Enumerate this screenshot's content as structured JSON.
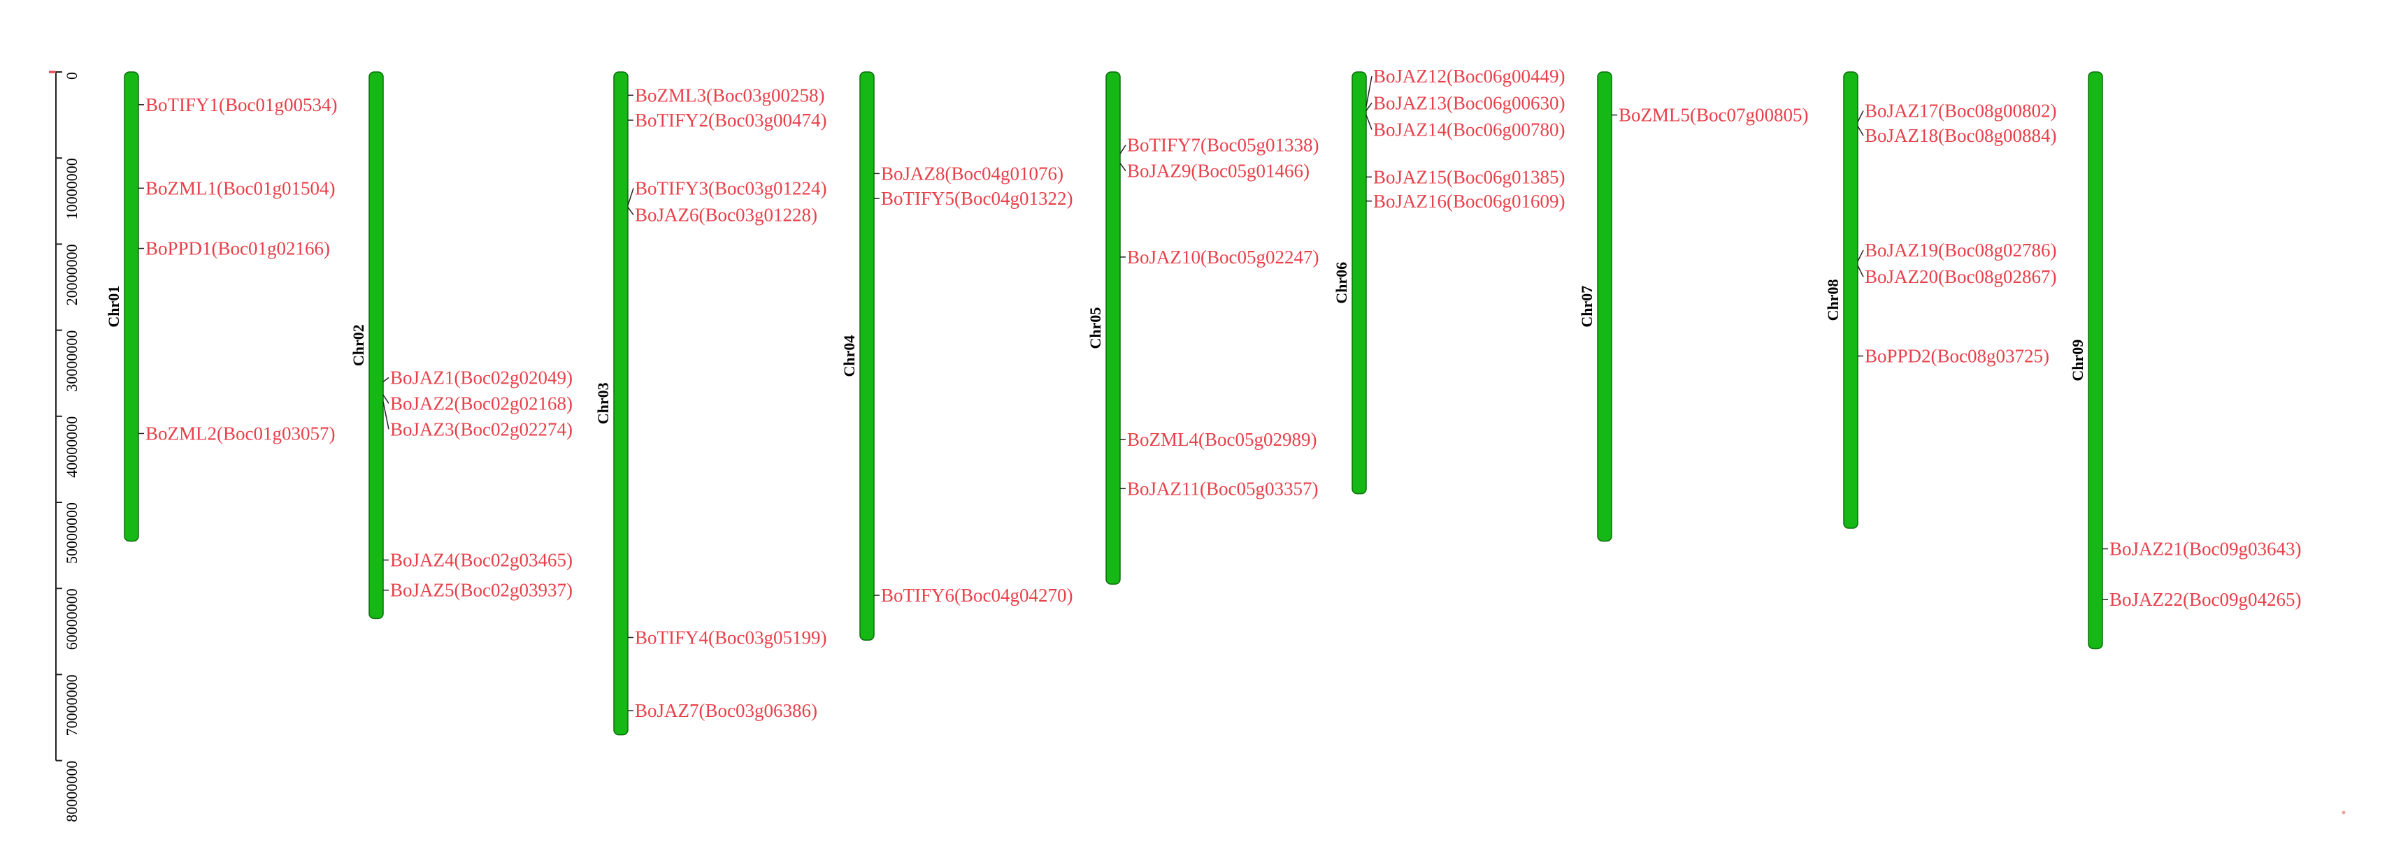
{
  "colors": {
    "chromosome_fill": "#16b816",
    "chromosome_stroke": "#0a6e0a",
    "gene_label": "#e8404a",
    "axis": "#222222"
  },
  "axis": {
    "ticks": [
      "0",
      "10000000",
      "20000000",
      "30000000",
      "40000000",
      "50000000",
      "60000000",
      "70000000",
      "80000000"
    ]
  },
  "chromosomes": [
    {
      "name": "Chr01",
      "length": 54500000,
      "genes": [
        {
          "name": "BoTIFY1(Boc01g00534)",
          "pos": 3800000,
          "label_pos": 3800000
        },
        {
          "name": "BoZML1(Boc01g01504)",
          "pos": 13500000,
          "label_pos": 13500000
        },
        {
          "name": "BoPPD1(Boc01g02166)",
          "pos": 20500000,
          "label_pos": 20500000
        },
        {
          "name": "BoZML2(Boc01g03057)",
          "pos": 42000000,
          "label_pos": 42000000
        }
      ]
    },
    {
      "name": "Chr02",
      "length": 63500000,
      "genes": [
        {
          "name": "BoJAZ1(Boc02g02049)",
          "pos": 36000000,
          "label_pos": 35500000
        },
        {
          "name": "BoJAZ2(Boc02g02168)",
          "pos": 37500000,
          "label_pos": 38500000
        },
        {
          "name": "BoJAZ3(Boc02g02274)",
          "pos": 38300000,
          "label_pos": 41500000
        },
        {
          "name": "BoJAZ4(Boc02g03465)",
          "pos": 56700000,
          "label_pos": 56700000
        },
        {
          "name": "BoJAZ5(Boc02g03937)",
          "pos": 60200000,
          "label_pos": 60200000
        }
      ]
    },
    {
      "name": "Chr03",
      "length": 77000000,
      "genes": [
        {
          "name": "BoZML3(Boc03g00258)",
          "pos": 2700000,
          "label_pos": 2700000
        },
        {
          "name": "BoTIFY2(Boc03g00474)",
          "pos": 5600000,
          "label_pos": 5600000
        },
        {
          "name": "BoTIFY3(Boc03g01224)",
          "pos": 15500000,
          "label_pos": 13500000
        },
        {
          "name": "BoJAZ6(Boc03g01228)",
          "pos": 15700000,
          "label_pos": 16600000
        },
        {
          "name": "BoTIFY4(Boc03g05199)",
          "pos": 65700000,
          "label_pos": 65700000
        },
        {
          "name": "BoJAZ7(Boc03g06386)",
          "pos": 74200000,
          "label_pos": 74200000
        }
      ]
    },
    {
      "name": "Chr04",
      "length": 66000000,
      "genes": [
        {
          "name": "BoJAZ8(Boc04g01076)",
          "pos": 11800000,
          "label_pos": 11800000
        },
        {
          "name": "BoTIFY5(Boc04g01322)",
          "pos": 14700000,
          "label_pos": 14700000
        },
        {
          "name": "BoTIFY6(Boc04g04270)",
          "pos": 60800000,
          "label_pos": 60800000
        }
      ]
    },
    {
      "name": "Chr05",
      "length": 59500000,
      "genes": [
        {
          "name": "BoTIFY7(Boc05g01338)",
          "pos": 9500000,
          "label_pos": 8500000
        },
        {
          "name": "BoJAZ9(Boc05g01466)",
          "pos": 10600000,
          "label_pos": 11500000
        },
        {
          "name": "BoJAZ10(Boc05g02247)",
          "pos": 21500000,
          "label_pos": 21500000
        },
        {
          "name": "BoZML4(Boc05g02989)",
          "pos": 42700000,
          "label_pos": 42700000
        },
        {
          "name": "BoJAZ11(Boc05g03357)",
          "pos": 48400000,
          "label_pos": 48400000
        }
      ]
    },
    {
      "name": "Chr06",
      "length": 49000000,
      "genes": [
        {
          "name": "BoJAZ12(Boc06g00449)",
          "pos": 4000000,
          "label_pos": 500000
        },
        {
          "name": "BoJAZ13(Boc06g00630)",
          "pos": 4500000,
          "label_pos": 3600000
        },
        {
          "name": "BoJAZ14(Boc06g00780)",
          "pos": 5000000,
          "label_pos": 6700000
        },
        {
          "name": "BoJAZ15(Boc06g01385)",
          "pos": 12200000,
          "label_pos": 12200000
        },
        {
          "name": "BoJAZ16(Boc06g01609)",
          "pos": 15000000,
          "label_pos": 15000000
        }
      ]
    },
    {
      "name": "Chr07",
      "length": 54500000,
      "genes": [
        {
          "name": "BoZML5(Boc07g00805)",
          "pos": 5000000,
          "label_pos": 5000000
        }
      ]
    },
    {
      "name": "Chr08",
      "length": 53000000,
      "genes": [
        {
          "name": "BoJAZ17(Boc08g00802)",
          "pos": 5800000,
          "label_pos": 4500000
        },
        {
          "name": "BoJAZ18(Boc08g00884)",
          "pos": 6300000,
          "label_pos": 7400000
        },
        {
          "name": "BoJAZ19(Boc08g02786)",
          "pos": 22000000,
          "label_pos": 20700000
        },
        {
          "name": "BoJAZ20(Boc08g02867)",
          "pos": 22500000,
          "label_pos": 23800000
        },
        {
          "name": "BoPPD2(Boc08g03725)",
          "pos": 33000000,
          "label_pos": 33000000
        }
      ]
    },
    {
      "name": "Chr09",
      "length": 67000000,
      "genes": [
        {
          "name": "BoJAZ21(Boc09g03643)",
          "pos": 55400000,
          "label_pos": 55400000
        },
        {
          "name": "BoJAZ22(Boc09g04265)",
          "pos": 61300000,
          "label_pos": 61300000
        }
      ]
    }
  ]
}
